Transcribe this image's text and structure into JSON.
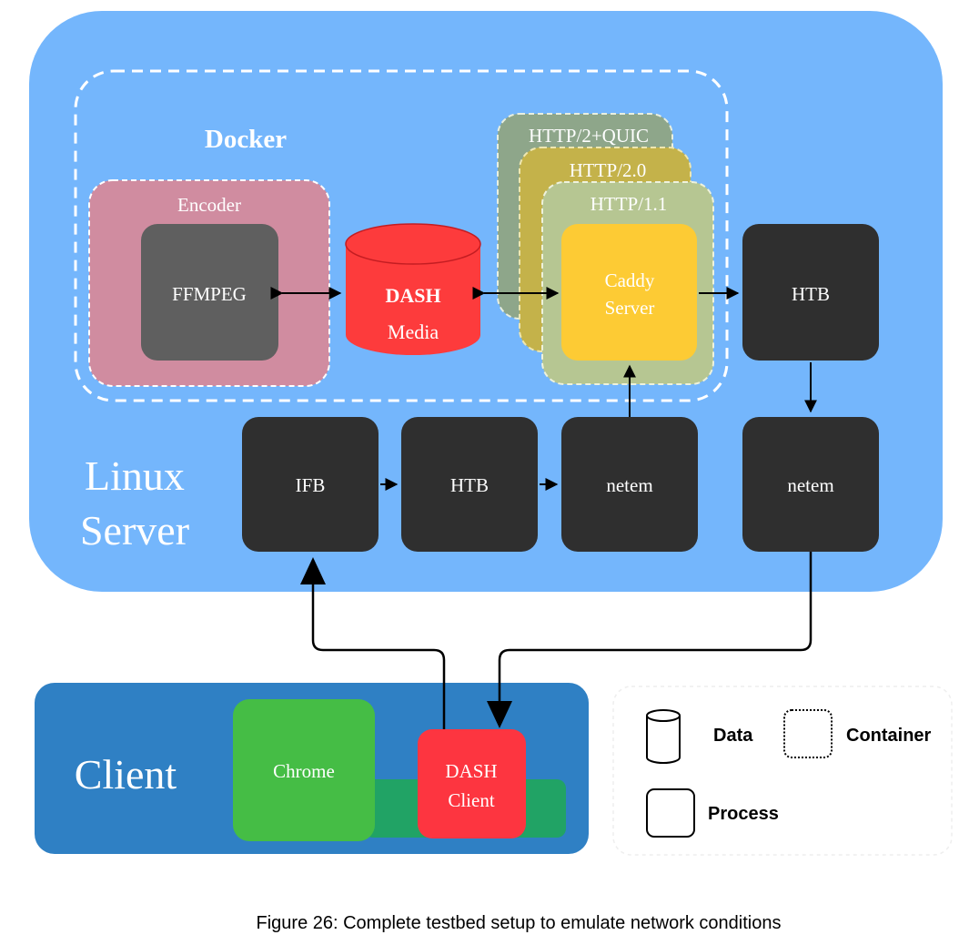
{
  "labels": {
    "docker": "Docker",
    "encoder": "Encoder",
    "ffmpeg": "FFMPEG",
    "dash_media_line1": "DASH",
    "dash_media_line2": "Media",
    "http2quic": "HTTP/2+QUIC",
    "http20": "HTTP/2.0",
    "http11": "HTTP/1.1",
    "caddy_line1": "Caddy",
    "caddy_line2": "Server",
    "htb_top": "HTB",
    "linux_line1": "Linux",
    "linux_line2": "Server",
    "ifb": "IFB",
    "htb_mid": "HTB",
    "netem_mid": "netem",
    "netem_right": "netem",
    "client": "Client",
    "chrome": "Chrome",
    "dash_client_line1": "DASH",
    "dash_client_line2": "Client"
  },
  "legend": {
    "data": "Data",
    "container": "Container",
    "process": "Process"
  },
  "caption": "Figure 26: Complete testbed setup to emulate network conditions",
  "colors": {
    "linux_server_bg": "#74b6fc",
    "process_dark": "#2f2f2f",
    "encoder_bg": "#d08ca0",
    "ffmpeg_bg": "#5f5f5f",
    "dash_media_red": "#fd3b3c",
    "http2quic_bg": "#8ea68a",
    "http20_bg": "#c4b24a",
    "http11_bg": "#b6c692",
    "caddy_bg": "#fdcb34",
    "client_bg": "#2f80c4",
    "chrome_bg": "#45bd45",
    "dash_client_red": "#fd3540",
    "chrome_ext_bg": "#21a365"
  }
}
